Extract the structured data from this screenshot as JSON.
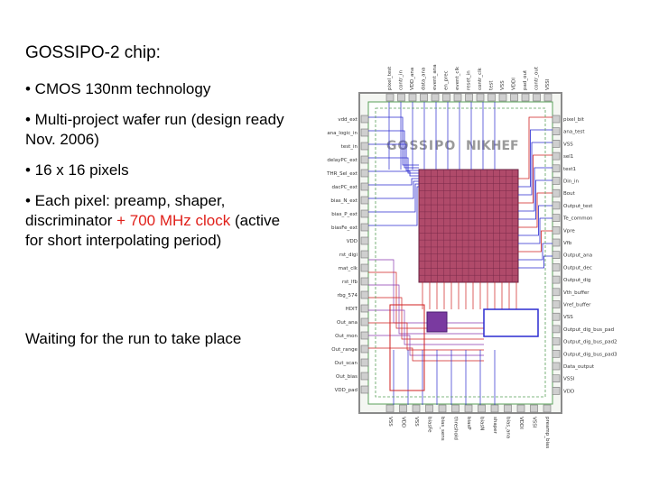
{
  "slide": {
    "title": "GOSSIPO-2 chip:",
    "bullets": [
      {
        "text": "• CMOS 130nm technology"
      },
      {
        "text": "• Multi-project wafer run (design ready Nov. 2006)"
      },
      {
        "text": "• 16 x 16 pixels"
      },
      {
        "text_before": "• Each pixel: preamp, shaper, discriminator ",
        "text_highlight": "+ 700 MHz clock",
        "text_after": " (active for short interpolating period)"
      }
    ],
    "footer_text": "Waiting for the run to take place",
    "highlight_color": "#e0201a"
  },
  "chip_image": {
    "logo_left": "GOSSIPO",
    "logo_right": "NIKHEF",
    "left_pads": [
      "vdd_ext",
      "ana_logic_in",
      "test_in",
      "delayPC_ext",
      "THR_Sel_ext",
      "dacPC_ext",
      "bias_N_ext",
      "bias_P_ext",
      "biasFe_ext",
      "VDD",
      "rst_digi",
      "mat_clk",
      "rst_lfb",
      "rbg_574",
      "HDIT",
      "Out_ana",
      "Out_mon",
      "Out_range",
      "Out_scan",
      "Out_bias",
      "VDD_pad"
    ],
    "right_pads": [
      "pixel_bit",
      "ana_test",
      "VSS",
      "sel1",
      "test1",
      "Din_in",
      "Bout",
      "Output_test",
      "Te_common",
      "Vpre",
      "Vfb",
      "Output_ana",
      "Output_dec",
      "Output_dig",
      "Vth_buffer",
      "Vref_buffer",
      "VSS",
      "Output_dig_bus_pad",
      "Output_dig_bus_pad2",
      "Output_dig_bus_pad3",
      "Data_output",
      "VSSI",
      "VDD"
    ],
    "top_pads": [
      "pixel_test",
      "contr_in",
      "VDD_ana",
      "data_ana",
      "event_ana",
      "en_prec",
      "event_clk",
      "reset_in",
      "contr_clk",
      "test",
      "VSS",
      "VDDI",
      "pad_out",
      "contr_out",
      "VSSI"
    ],
    "bottom_pads": [
      "VSS",
      "VDD",
      "VSS",
      "biasFe",
      "bias_sens",
      "threshold",
      "biasP",
      "biasN",
      "shaper",
      "bias_ana",
      "VDDI",
      "VSSI",
      "preamp_bias"
    ],
    "colors": {
      "wire_blue": "#2b2bd0",
      "wire_red": "#d02020",
      "matrix": "#b04a6a",
      "pad": "#cfcfcf",
      "frame": "#8a8a8a"
    }
  }
}
